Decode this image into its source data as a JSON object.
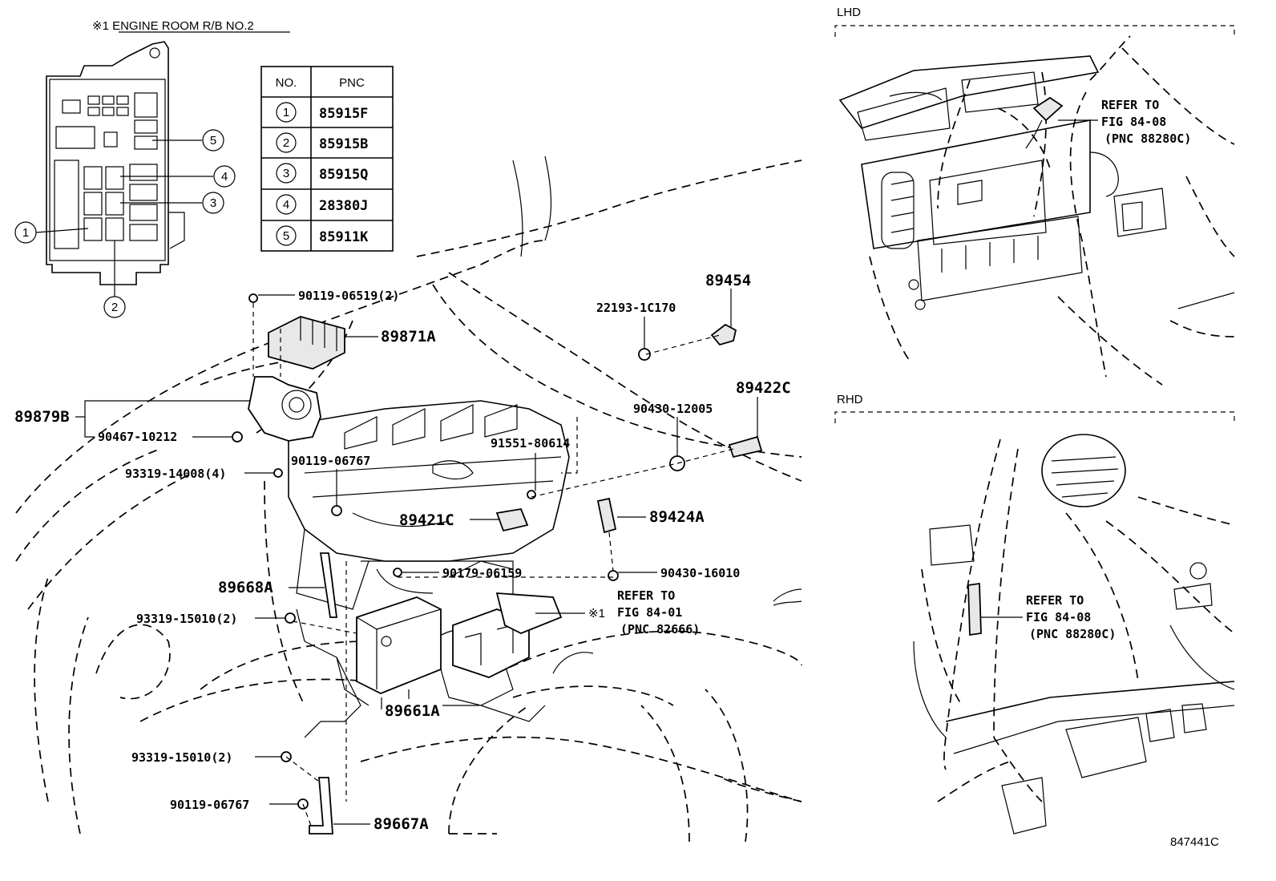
{
  "engine_room_rb": {
    "title": "※1 ENGINE ROOM R/B NO.2",
    "table": {
      "headers": [
        "NO.",
        "PNC"
      ],
      "rows": [
        {
          "no": "1",
          "pnc": "85915F"
        },
        {
          "no": "2",
          "pnc": "85915B"
        },
        {
          "no": "3",
          "pnc": "85915Q"
        },
        {
          "no": "4",
          "pnc": "28380J"
        },
        {
          "no": "5",
          "pnc": "85911K"
        }
      ]
    },
    "callouts": [
      "1",
      "2",
      "3",
      "4",
      "5"
    ]
  },
  "parts": {
    "p90119_06519": "90119-06519(2)",
    "p89871A": "89871A",
    "p89879B": "89879B",
    "p90467_10212": "90467-10212",
    "p93319_14008": "93319-14008(4)",
    "p90119_06767_top": "90119-06767",
    "p89454": "89454",
    "p22193_1C170": "22193-1C170",
    "p89422C": "89422C",
    "p90430_12005": "90430-12005",
    "p91551_80614": "91551-80614",
    "p89421C": "89421C",
    "p89424A": "89424A",
    "p90179_06159": "90179-06159",
    "p90430_16010": "90430-16010",
    "p89668A": "89668A",
    "p93319_15010_a": "93319-15010(2)",
    "p89661A": "89661A",
    "p93319_15010_b": "93319-15010(2)",
    "p90119_06767_bottom": "90119-06767",
    "p89667A": "89667A"
  },
  "refer_main": {
    "marker": "※1",
    "line1": "REFER TO",
    "line2": "FIG 84-01",
    "line3": "(PNC 82666)"
  },
  "lhd": {
    "title": "LHD",
    "line1": "REFER TO",
    "line2": "FIG 84-08",
    "line3": "(PNC 88280C)"
  },
  "rhd": {
    "title": "RHD",
    "line1": "REFER TO",
    "line2": "FIG 84-08",
    "line3": "(PNC 88280C)"
  },
  "illustration_code": "847441C"
}
